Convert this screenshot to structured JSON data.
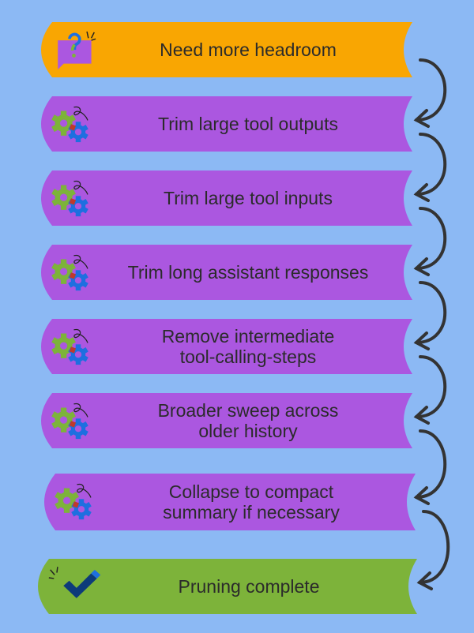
{
  "colors": {
    "background": "#8cb9f4",
    "start": "#f9a602",
    "process": "#ab57e0",
    "end": "#7db33a"
  },
  "steps": [
    {
      "label": "Need more headroom",
      "type": "start",
      "icon": "question-bubble-icon"
    },
    {
      "label": "Trim large tool outputs",
      "type": "process",
      "icon": "gears-icon"
    },
    {
      "label": "Trim large tool inputs",
      "type": "process",
      "icon": "gears-icon"
    },
    {
      "label": "Trim long assistant responses",
      "type": "process",
      "icon": "gears-icon"
    },
    {
      "label": "Remove intermediate\ntool-calling-steps",
      "type": "process",
      "icon": "gears-icon"
    },
    {
      "label": "Broader sweep across\nolder history",
      "type": "process",
      "icon": "gears-icon"
    },
    {
      "label": "Collapse to compact\nsummary if necessary",
      "type": "process",
      "icon": "gears-icon"
    },
    {
      "label": "Pruning complete",
      "type": "end",
      "icon": "checkmark-icon"
    }
  ]
}
